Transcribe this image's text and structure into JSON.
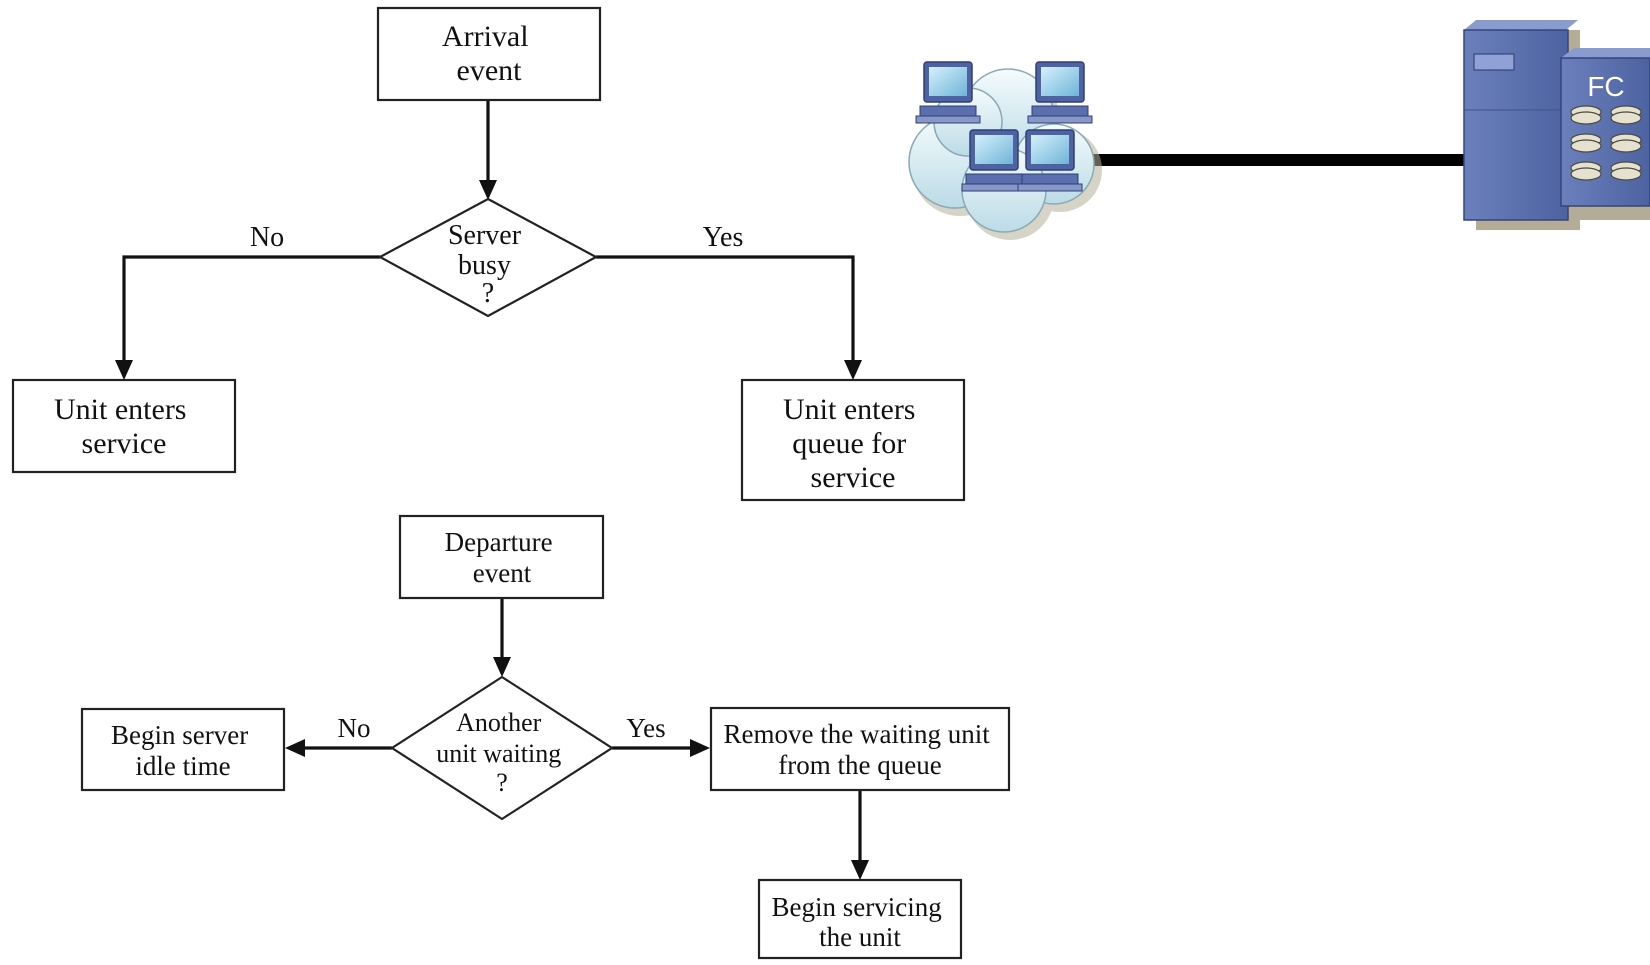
{
  "arrival": {
    "start": [
      "Arrival",
      "event"
    ],
    "decision": [
      "Server",
      "busy",
      "?"
    ],
    "no_label": "No",
    "yes_label": "Yes",
    "no_result": [
      "Unit enters",
      "service"
    ],
    "yes_result": [
      "Unit enters",
      "queue for",
      "service"
    ]
  },
  "departure": {
    "start": [
      "Departure",
      "event"
    ],
    "decision": [
      "Another",
      "unit waiting",
      "?"
    ],
    "no_label": "No",
    "yes_label": "Yes",
    "no_result": [
      "Begin server",
      "idle time"
    ],
    "yes_result": [
      "Remove the waiting unit",
      "from the queue"
    ],
    "final": [
      "Begin servicing",
      "the unit"
    ]
  },
  "network": {
    "clients_icon": "client-computers-cloud-icon",
    "storage_icon": "fc-storage-server-icon",
    "storage_label": "FC",
    "link_color": "#000000",
    "server_color": "#5a6fae",
    "cloud_color": "#d6ecf3"
  }
}
